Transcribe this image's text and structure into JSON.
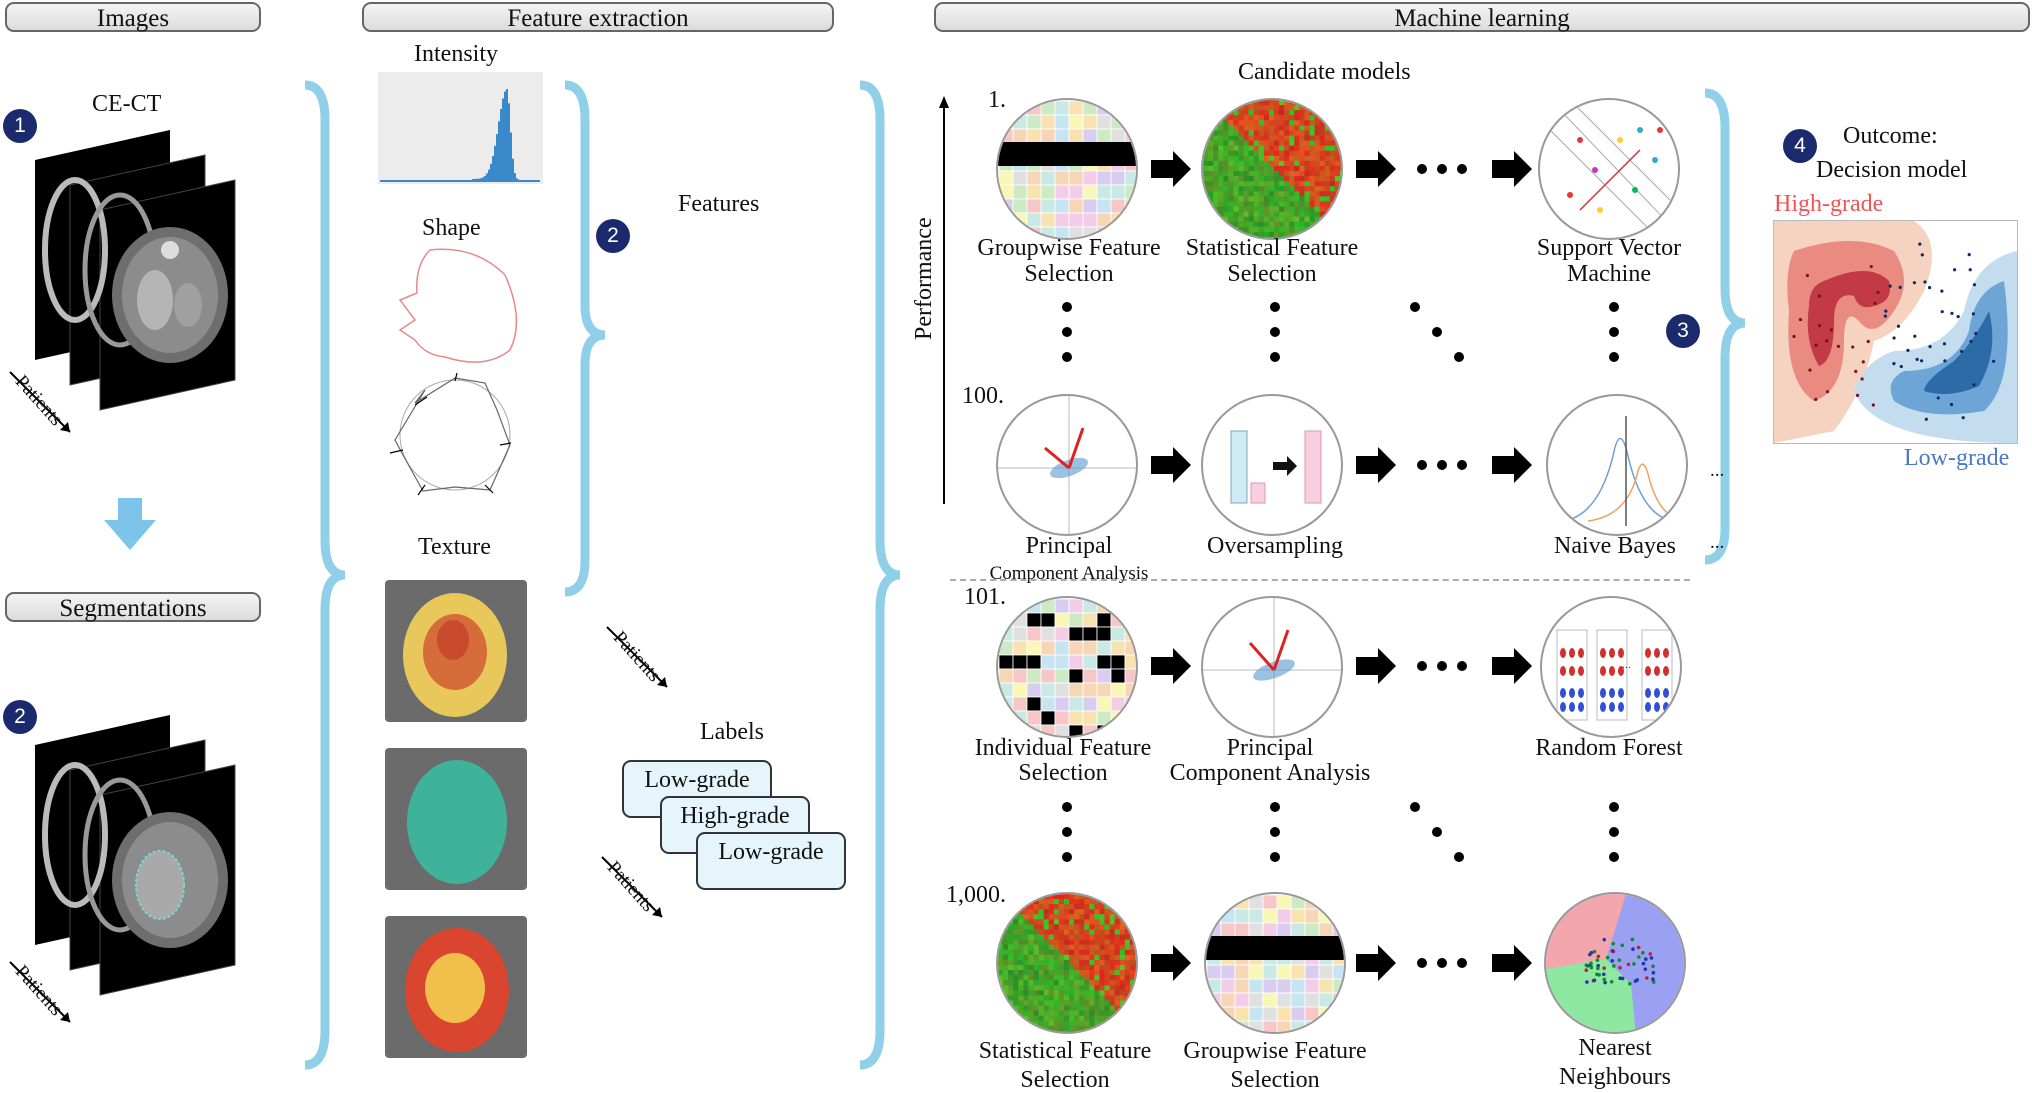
{
  "headers": {
    "images": "Images",
    "feature_extraction": "Feature extraction",
    "machine_learning": "Machine learning",
    "segmentations": "Segmentations"
  },
  "images": {
    "ct_label": "CE-CT",
    "patients_label": "Patients",
    "step1": "1",
    "step2": "2"
  },
  "feature_extraction": {
    "intensity": "Intensity",
    "shape": "Shape",
    "texture": "Texture",
    "features": "Features",
    "features_step": "2",
    "patients_label": "Patients",
    "labels_title": "Labels",
    "labels": [
      "Low-grade",
      "High-grade",
      "Low-grade"
    ]
  },
  "machine_learning": {
    "candidate_models": "Candidate models",
    "performance": "Performance",
    "step3": "3",
    "rows": [
      {
        "index": "1.",
        "models": [
          {
            "label1": "Groupwise Feature",
            "label2": "Selection"
          },
          {
            "label1": "Statistical Feature",
            "label2": "Selection"
          },
          {
            "label1": "Support Vector",
            "label2": "Machine"
          }
        ]
      },
      {
        "index": "100.",
        "models": [
          {
            "label1": "Principal",
            "label2": "Component Analysis"
          },
          {
            "label1": "Oversampling",
            "label2": ""
          },
          {
            "label1": "Naive Bayes",
            "label2": ""
          }
        ]
      },
      {
        "index": "101.",
        "models": [
          {
            "label1": "Individual Feature",
            "label2": "Selection"
          },
          {
            "label1": "Principal",
            "label2": "Component Analysis"
          },
          {
            "label1": "Random Forest",
            "label2": ""
          }
        ]
      },
      {
        "index": "1,000.",
        "models": [
          {
            "label1": "Statistical Feature",
            "label2": "Selection"
          },
          {
            "label1": "Groupwise Feature",
            "label2": "Selection"
          },
          {
            "label1": "Nearest",
            "label2": "Neighbours"
          }
        ]
      }
    ],
    "ellipsis": "..."
  },
  "outcome": {
    "step4": "4",
    "title1": "Outcome:",
    "title2": "Decision model",
    "high": "High-grade",
    "low": "Low-grade",
    "high_color": "#f05454",
    "low_color": "#4a78c8"
  },
  "colors": {
    "brace": "#8fcfe8",
    "badge": "#1a2a6c",
    "arrow_down": "#7cc4ea"
  }
}
